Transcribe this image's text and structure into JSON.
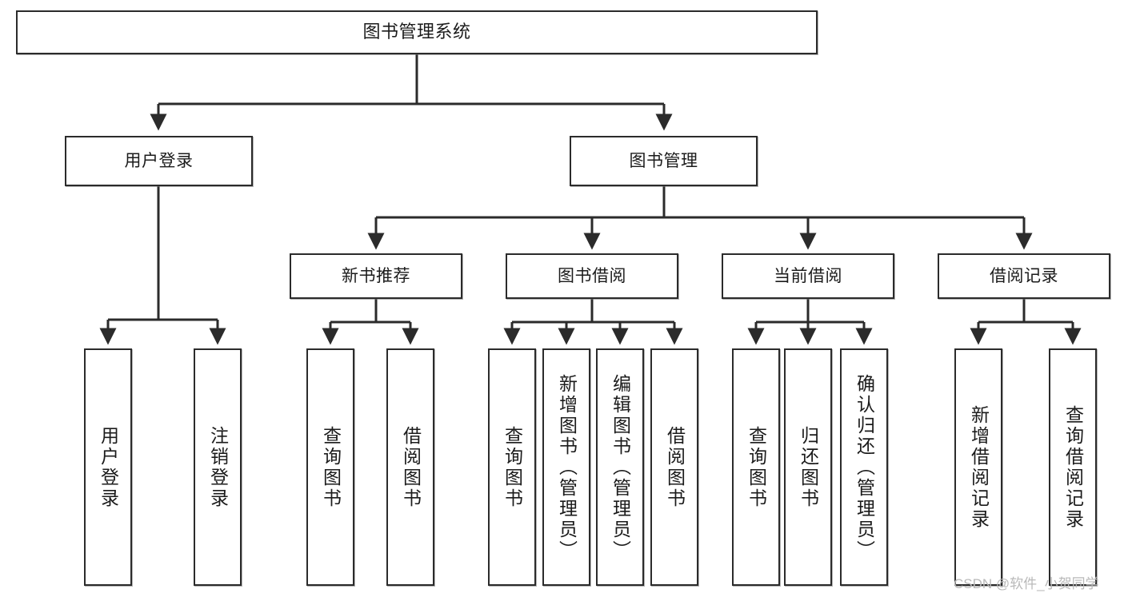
{
  "diagram": {
    "title": "图书管理系统",
    "type": "tree",
    "colors": {
      "node_border": "#2b2b2b",
      "node_fill": "#ffffff",
      "edge": "#2b2b2b",
      "watermark": "#b9b9b9",
      "background": "#ffffff"
    },
    "levels": {
      "root": {
        "label": "图书管理系统"
      },
      "level2": [
        {
          "label": "用户登录"
        },
        {
          "label": "图书管理"
        }
      ],
      "level3": [
        {
          "label": "新书推荐"
        },
        {
          "label": "图书借阅"
        },
        {
          "label": "当前借阅"
        },
        {
          "label": "借阅记录"
        }
      ],
      "leaves": {
        "user_login": [
          {
            "label": "用户登录"
          },
          {
            "label": "注销登录"
          }
        ],
        "new_book": [
          {
            "label": "查询图书"
          },
          {
            "label": "借阅图书"
          }
        ],
        "borrow_book": [
          {
            "label": "查询图书"
          },
          {
            "label": "新增图书（管理员）"
          },
          {
            "label": "编辑图书（管理员）"
          },
          {
            "label": "借阅图书"
          }
        ],
        "current_borrow": [
          {
            "label": "查询图书"
          },
          {
            "label": "归还图书"
          },
          {
            "label": "确认归还（管理员）"
          }
        ],
        "borrow_record": [
          {
            "label": "新增借阅记录"
          },
          {
            "label": "查询借阅记录"
          }
        ]
      }
    }
  },
  "watermark": {
    "text": "CSDN @软件_小贺同学"
  }
}
